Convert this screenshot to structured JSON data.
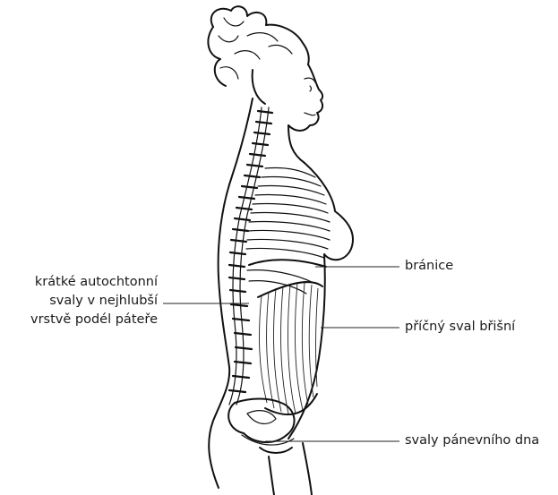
{
  "labels": {
    "left": {
      "line1": "krátké autochtonní",
      "line2": "svaly v nejhlubší",
      "line3": "vrstvě podél páteře"
    },
    "diaphragm": "bránice",
    "transverse_abdominis": "příčný sval břišní",
    "pelvic_floor": "svaly pánevního dna"
  }
}
